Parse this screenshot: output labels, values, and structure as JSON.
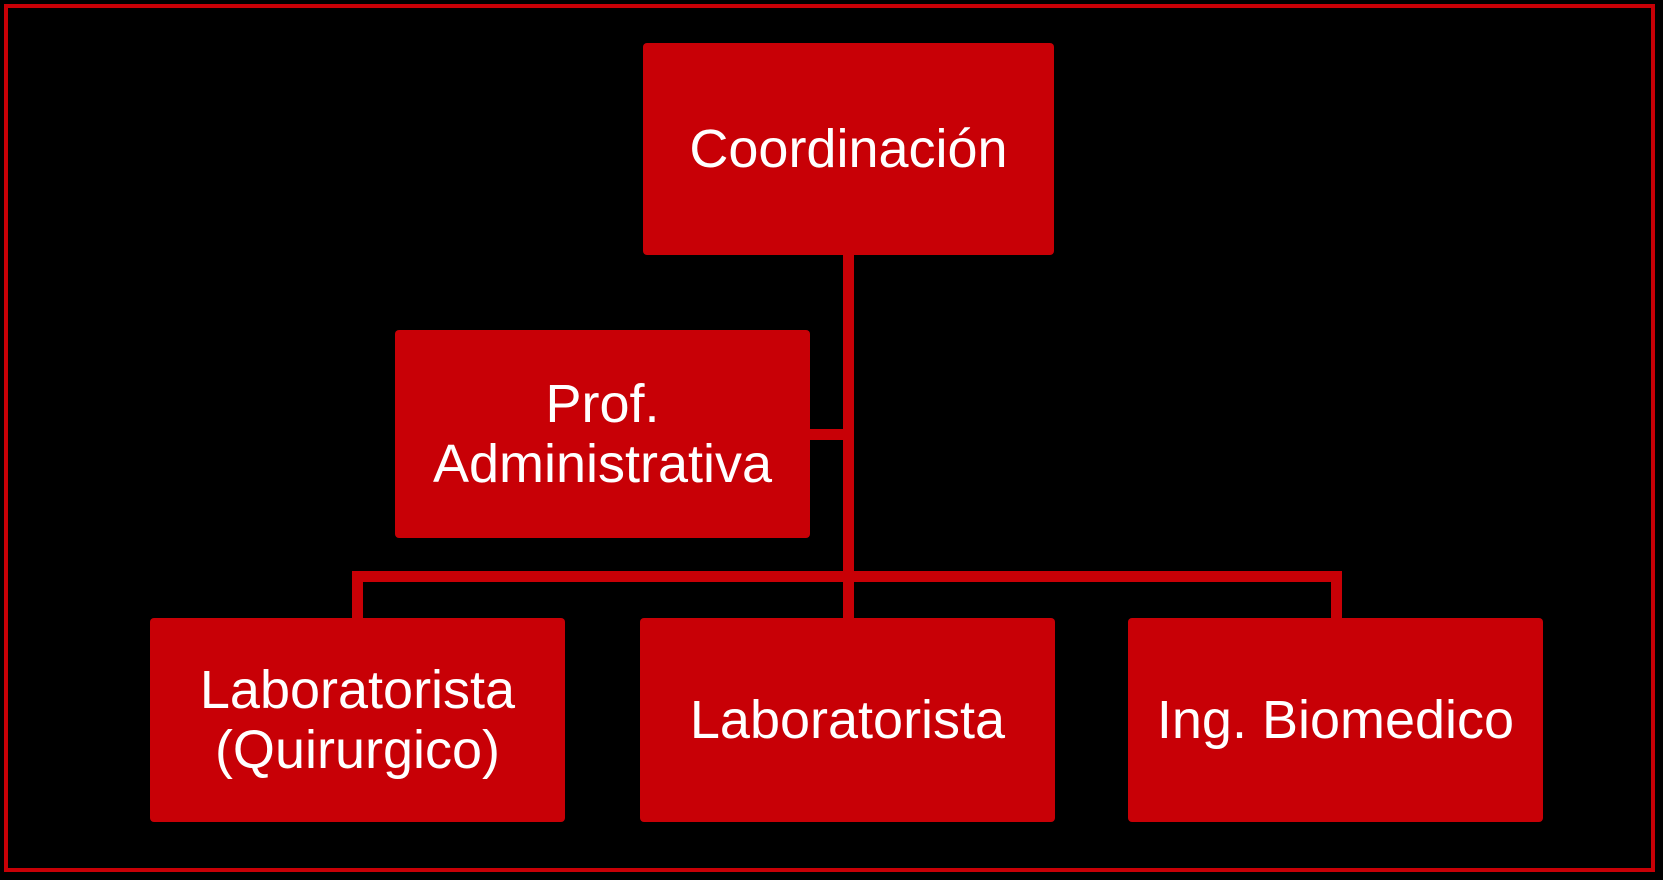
{
  "diagram": {
    "type": "organizational-chart",
    "background_color": "#000000",
    "node_fill_color": "#C80006",
    "node_text_color": "#FFFFFF",
    "connector_color": "#C80006",
    "border_color": "#C80006"
  },
  "nodes": {
    "coordinacion": {
      "label": "Coordinación",
      "level": 1
    },
    "prof_administrativa": {
      "label": "Prof. Administrativa",
      "level": 2
    },
    "laboratorista_quirurgico": {
      "label": "Laboratorista\n(Quirurgico)",
      "level": 3
    },
    "laboratorista": {
      "label": "Laboratorista",
      "level": 3
    },
    "ing_biomedico": {
      "label": "Ing. Biomedico",
      "level": 3
    }
  }
}
